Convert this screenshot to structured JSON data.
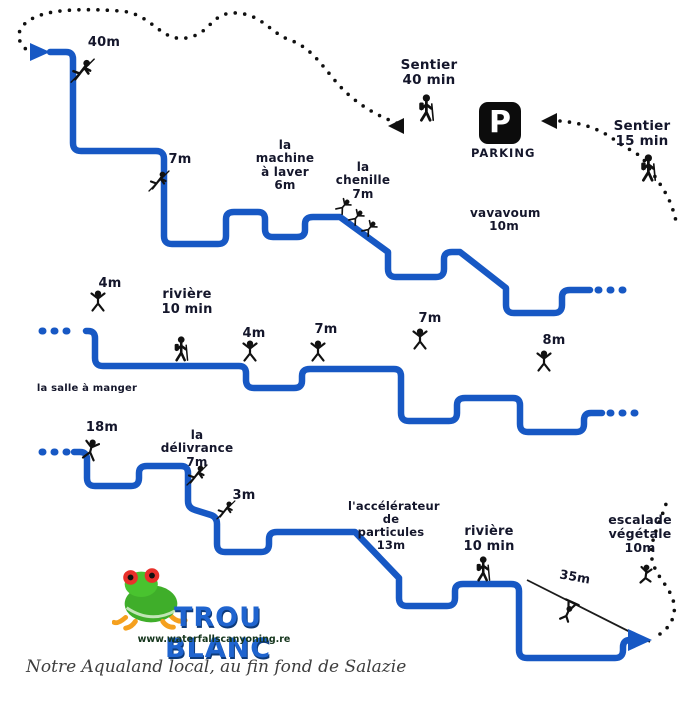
{
  "colors": {
    "route_blue": "#1758c4",
    "trail_ink": "#101010",
    "label_ink": "#14162b",
    "logo_blue": "#1f64cf"
  },
  "parking": {
    "symbol": "P",
    "label": "PARKING"
  },
  "trails": {
    "sentier_top": "Sentier\n40 min",
    "sentier_right": "Sentier\n15 min"
  },
  "obstacles": {
    "drop_40m": "40m",
    "drop_7m_row1": "7m",
    "machine_a_laver": "la machine\nà laver\n6m",
    "chenille": "la chenille\n7m",
    "vavavoum": "vavavoum\n10m",
    "jump_4m_left": "4m",
    "riviere_mid": "rivière\n10 min",
    "salle_a_manger": "la salle à manger",
    "jump_4m_mid": "4m",
    "jump_7m_mid": "7m",
    "jump_7m_right": "7m",
    "jump_8m": "8m",
    "drop_18m": "18m",
    "delivrance": "la délivrance\n7m",
    "drop_3m": "3m",
    "accelerateur": "l'accélérateur\nde particules\n13m",
    "riviere_bottom": "rivière\n10 min",
    "tyrolienne": "35m",
    "escalade": "escalade\nvégétale\n10m"
  },
  "icons": {
    "start_arrow": "blue-arrow-right",
    "finish_arrow": "blue-arrow-right",
    "trail_arrow_near_parking_left": "black-arrow-left",
    "trail_arrow_near_parking_right": "black-arrow-left",
    "figure_types": [
      "abseiler",
      "hiker",
      "jumper",
      "zipline-rider",
      "climber"
    ],
    "parking": "parking-p-sign",
    "logo_animal": "red-eyed-tree-frog"
  },
  "logo": {
    "title": "TROU BLANC",
    "url": "www.waterfallscanyoning.re"
  },
  "caption": "Notre Aqualand local, au fin fond de Salazie"
}
